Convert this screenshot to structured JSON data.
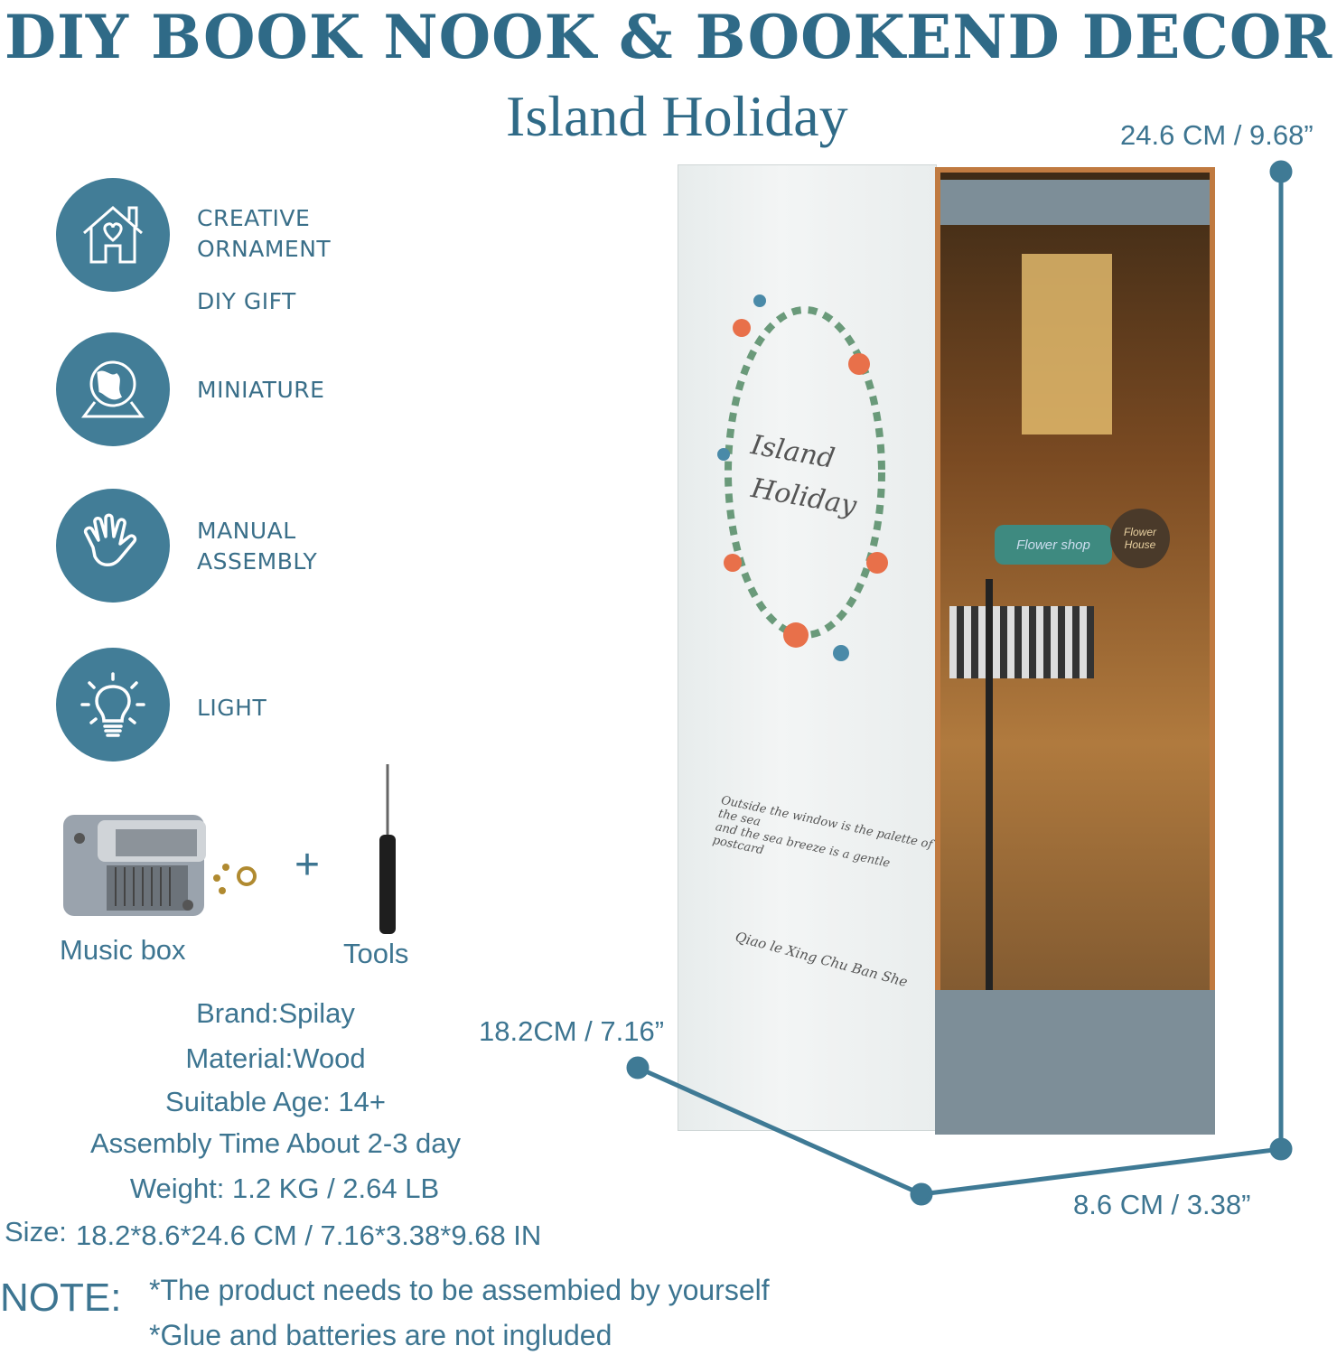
{
  "header": {
    "title": "DIY BOOK NOOK & BOOKEND  DECOR",
    "subtitle": "Island Holiday"
  },
  "features": [
    {
      "icon": "house-heart-icon",
      "lines": [
        "CREATIVE",
        "ORNAMENT"
      ]
    },
    {
      "icon": "",
      "lines": [
        "DIY GIFT"
      ]
    },
    {
      "icon": "globe-icon",
      "lines": [
        "MINIATURE"
      ]
    },
    {
      "icon": "hand-icon",
      "lines": [
        "MANUAL",
        "ASSEMBLY"
      ]
    },
    {
      "icon": "lightbulb-icon",
      "lines": [
        "LIGHT"
      ]
    }
  ],
  "accessories": {
    "music_box": "Music box",
    "plus": "+",
    "tools": "Tools"
  },
  "specs": {
    "brand": "Brand:Spilay",
    "material": "Material:Wood",
    "age": "Suitable Age: 14+",
    "assembly_time": "Assembly Time About 2-3 day",
    "weight": "Weight: 1.2 KG / 2.64 LB",
    "size_label": "Size:",
    "size_value": "18.2*8.6*24.6 CM / 7.16*3.38*9.68 IN"
  },
  "dimensions": {
    "height": "24.6 CM / 9.68”",
    "length": "18.2CM / 7.16”",
    "width": "8.6 CM / 3.38”"
  },
  "note": {
    "label": "NOTE:",
    "lines": [
      "*The product needs to be assembied by yourself",
      "*Glue and batteries are not ingluded"
    ]
  },
  "product_art": {
    "cover_title": [
      "Island",
      "Holiday"
    ],
    "cover_quote": [
      "Outside the window is the palette of the sea",
      "and the sea breeze is a gentle postcard"
    ],
    "cover_publisher": "Qiao le Xing Chu Ban She",
    "shop_sign": "Flower shop",
    "house_sign": [
      "Flower",
      "House"
    ]
  },
  "colors": {
    "accent": "#427d97",
    "title": "#2f6a87",
    "wood": "#c07a40"
  }
}
